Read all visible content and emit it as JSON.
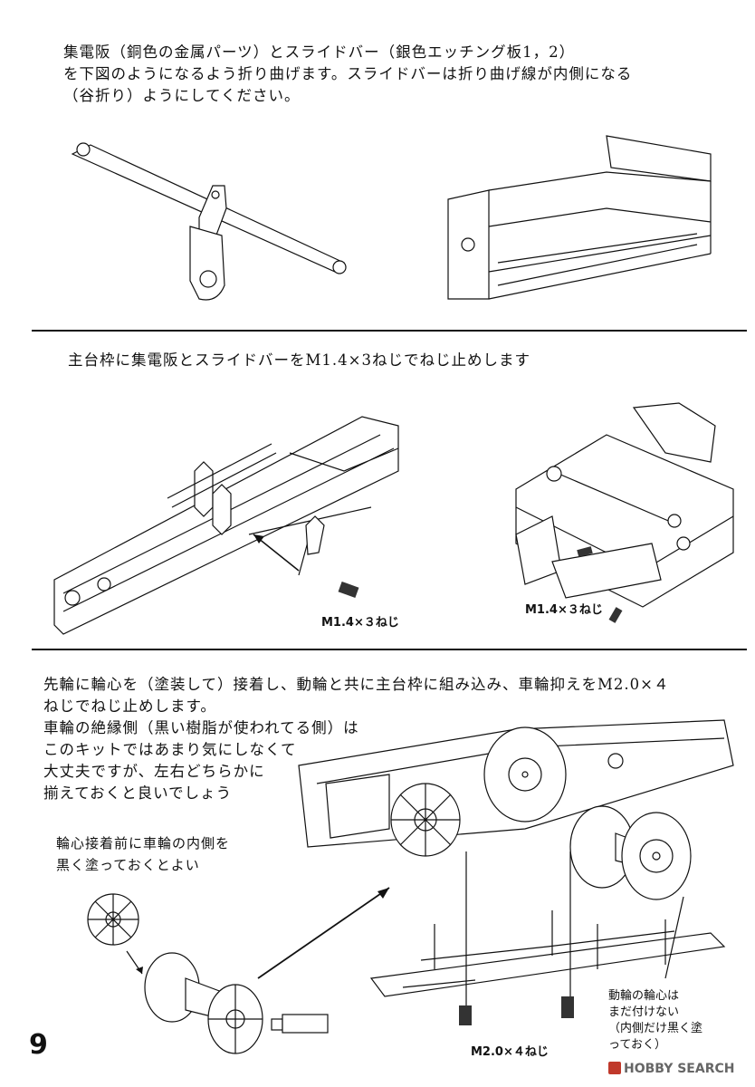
{
  "section1": {
    "lines": [
      "集電阪（銅色の金属パーツ）とスライドバー（銀色エッチング板1，2）",
      "を下図のようになるよう折り曲げます。スライドバーは折り曲げ線が内側になる",
      "（谷折り）ようにしてください。"
    ]
  },
  "section2": {
    "title": "主台枠に集電阪とスライドバーをM1.4×3ねじでねじ止めします",
    "label_left": "M1.4×３ねじ",
    "label_right": "M1.4×３ねじ"
  },
  "section3": {
    "lines": [
      "先輪に輪心を（塗装して）接着し、動輪と共に主台枠に組み込み、車輪抑えをM2.0×４",
      "ねじでねじ止めします。",
      "車輪の絶縁側（黒い樹脂が使われてる側）は",
      "このキットではあまり気にしなくて",
      "大丈夫ですが、左右どちらかに",
      "揃えておくと良いでしょう"
    ],
    "note_lines": [
      "輪心接着前に車輪の内側を",
      "黒く塗っておくとよい"
    ],
    "screw_label": "M2.0×４ねじ",
    "callout_lines": [
      "動輪の輪心は",
      "まだ付けない",
      "（内側だけ黒く塗",
      "っておく）"
    ]
  },
  "page_number": "9",
  "watermark": "HOBBY SEARCH"
}
